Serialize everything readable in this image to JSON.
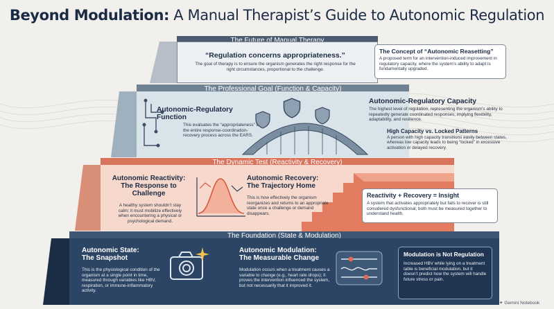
{
  "title": {
    "part1": "Beyond Modulation:",
    "part2": " A Manual Therapist’s Guide to Autonomic Regulation"
  },
  "tier4": {
    "bar": "The Future of Manual Therapy",
    "quote": "“Regulation concerns appropriateness.”",
    "text": "The goal of therapy is to ensure the organism generates the right response for the right circumstances, proportional to the challenge.",
    "card_title": "The Concept of “Autonomic Reasetting”",
    "card_text": "A proposed term for an intervention-induced improvement in regulatory capacity, where the system’s ability to adapt is fundamentally upgraded."
  },
  "tier3": {
    "bar": "The Professional Goal (Function & Capacity)",
    "left_title": "Autonomic-Regulatory Function",
    "left_text": "This evaluates the “appropriateness” of the entire response-coordination-recovery process across the EARS.",
    "right_title": "Autonomic-Regulatory Capacity",
    "right_text": "The highest level of regulation, representing the organism’s ability to repeatedly generate coordinated responses, implying flexibility, adaptability, and resilience.",
    "sub_title": "High Capacity vs. Locked Patterns",
    "sub_text": "A person with high capacity transitions easily between states, whereas low capacity leads to being “locked” in excessive activation or delayed recovery."
  },
  "tier2": {
    "bar": "The Dynamic Test (Reactivity & Recovery)",
    "left_title_1": "Autonomic Reactivity:",
    "left_title_2": "The Response to Challenge",
    "left_text": "A healthy system shouldn’t stay calm; it must mobilize effectively when encountering a physical or psychological demand.",
    "mid_title_1": "Autonomic Recovery:",
    "mid_title_2": "The Trajectory Home",
    "mid_text": "This is how effectively the organism reorganizes and returns to an appropriate state once a challenge or demand disappears.",
    "card_title": "Reactivity + Recovery = Insight",
    "card_text": "A system that activates appropriately but fails to recover is still considered dysfunctional; both must be measured together to understand health."
  },
  "tier1": {
    "bar": "The Foundation (State & Modulation)",
    "left_title_1": "Autonomic State:",
    "left_title_2": "The Snapshot",
    "left_text": "This is the physiological condition of the organism at a single point in time, measured through variables like HBV, respiration, or immune-inflammatory activity.",
    "mid_title_1": "Autonomic Modulation:",
    "mid_title_2": "The Measurable Change",
    "mid_text": "Modulation occurs when a treatment causes a variable to change (e.g., heart rate drops); it proves the intervention influenced the system, but not necessarily that it improved it.",
    "card_title": "Modulation is Not Regulation",
    "card_text": "Increased HBV while lying on a treatment table is beneficial modulation, but it doesn’t predict how the system will handle future stress or pain."
  },
  "watermark": "Gemini Notebook",
  "colors": {
    "navy": "#2d4564",
    "coral": "#e06a52",
    "slate": "#5f6f84"
  },
  "icons": [
    "circuit-icon",
    "bridge-icon",
    "shield-icon",
    "staircase-icon",
    "response-curve-icon",
    "camera-icon",
    "sliders-icon",
    "sparkle-icon"
  ]
}
